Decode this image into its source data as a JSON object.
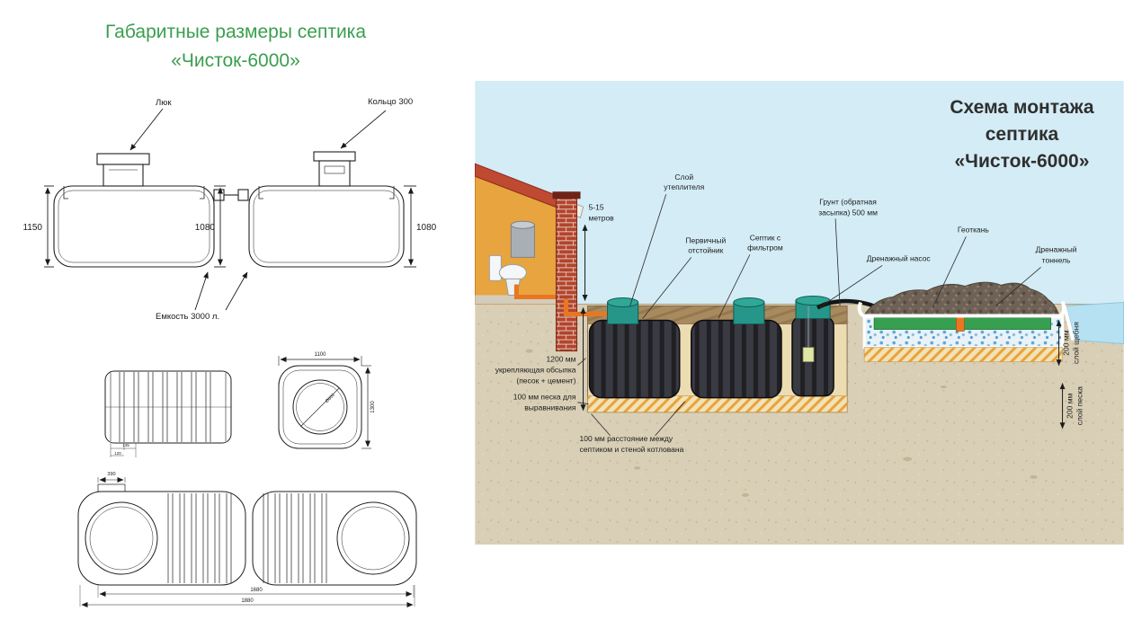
{
  "dimensions_panel": {
    "title_lines": [
      "Габаритные размеры септика",
      "«Чисток-6000»"
    ],
    "title_color": "#3a9e4e",
    "side_view": {
      "hatch": "Люк",
      "ring": "Кольцо 300",
      "height_left": "1150",
      "height_middle": "1080",
      "height_right": "1080",
      "capacity": "Емкость 3000 л."
    },
    "detail_view": {
      "width_top": "1100",
      "height_side": "1300",
      "diameter": "Ø600",
      "rib_dim_a": "145",
      "rib_dim_b": "120",
      "neck_width": "390",
      "tank_length": "1680",
      "overall_length": "1880"
    }
  },
  "installation_panel": {
    "title_lines": [
      "Схема монтажа",
      "септика",
      "«Чисток-6000»"
    ],
    "labels": {
      "distance": [
        "5-15",
        "метров"
      ],
      "insulation": [
        "Слой",
        "утеплителя"
      ],
      "primary_settler": [
        "Первичный",
        "отстойник"
      ],
      "septic_filter": [
        "Септик с",
        "фильтром"
      ],
      "backfill": [
        "Грунт (обратная",
        "засыпка) 500 мм"
      ],
      "geotextile": "Геоткань",
      "drainage_pump": "Дренажный насос",
      "drainage_tunnel": [
        "Дренажный",
        "тоннель"
      ],
      "reinforcing": [
        "1200 мм",
        "укрепляющая обсыпка",
        "(песок + цемент)"
      ],
      "leveling_sand": [
        "100 мм песка для",
        "выравнивания"
      ],
      "clearance": [
        "100 мм расстояние между",
        "септиком и стеной котлована"
      ],
      "gravel_layer": [
        "200 мм",
        "слой щебня"
      ],
      "sand_layer": [
        "200 мм",
        "слой песка"
      ]
    },
    "colors": {
      "sky": "#d3ecf5",
      "sand": "#d9cfb6",
      "tank_black": "#1f1f24",
      "lid_green": "#27968a",
      "pipe_orange": "#e87722",
      "roof_red": "#bf4a32",
      "wall_orange": "#e8a43e",
      "tunnel_green": "#37a050"
    }
  }
}
